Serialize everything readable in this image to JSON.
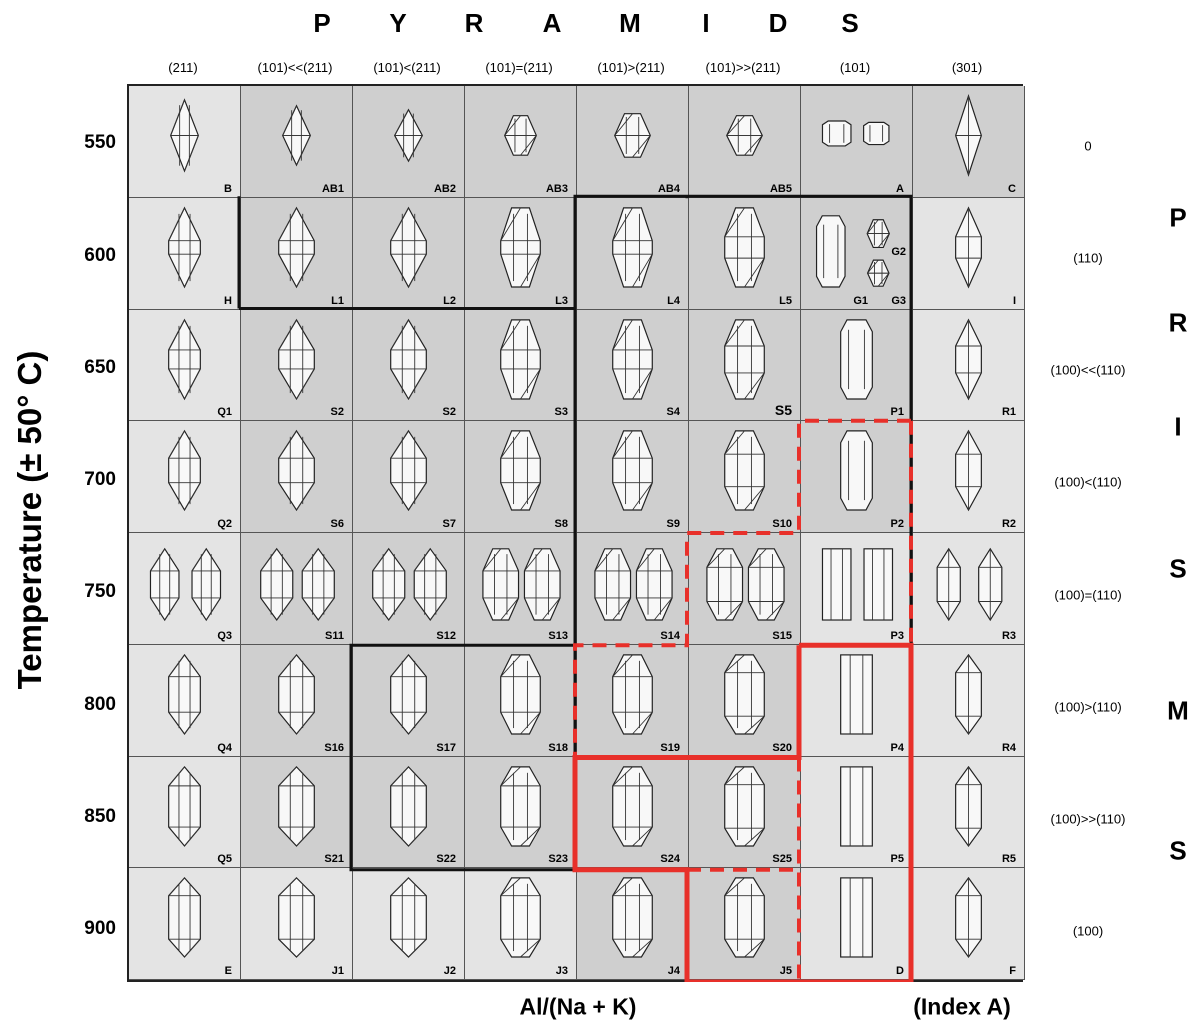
{
  "top_title_letters": [
    "P",
    "Y",
    "R",
    "A",
    "M",
    "I",
    "D",
    "S"
  ],
  "side_title_letters": [
    "P",
    "R",
    "I",
    "S",
    "M",
    "S"
  ],
  "column_headers": [
    "(211)",
    "(101)<<(211)",
    "(101)<(211)",
    "(101)=(211)",
    "(101)>(211)",
    "(101)>>(211)",
    "(101)",
    "(301)"
  ],
  "row_temperatures": [
    "550",
    "600",
    "650",
    "700",
    "750",
    "800",
    "850",
    "900"
  ],
  "row_headers": [
    "0",
    "(110)",
    "(100)<<(110)",
    "(100)<(110)",
    "(100)=(110)",
    "(100)>(110)",
    "(100)>>(110)",
    "(100)"
  ],
  "y_axis_title": "Temperature (± 50° C)",
  "x_axis_title": "Al/(Na + K)",
  "index_label": "(Index A)",
  "colors": {
    "outline_black": "#111111",
    "outline_red": "#e8302a",
    "cell_light": "#e4e4e4",
    "cell_dark": "#cfcfcf"
  },
  "cells": [
    [
      "B",
      "AB1",
      "AB2",
      "AB3",
      "AB4",
      "AB5",
      "A",
      "C"
    ],
    [
      "H",
      "L1",
      "L2",
      "L3",
      "L4",
      "L5",
      "G1",
      "I"
    ],
    [
      "Q1",
      "S2",
      "S2",
      "S3",
      "S4",
      "S5",
      "P1",
      "R1"
    ],
    [
      "Q2",
      "S6",
      "S7",
      "S8",
      "S9",
      "S10",
      "P2",
      "R2"
    ],
    [
      "Q3",
      "S11",
      "S12",
      "S13",
      "S14",
      "S15",
      "P3",
      "R3"
    ],
    [
      "Q4",
      "S16",
      "S17",
      "S18",
      "S19",
      "S20",
      "P4",
      "R4"
    ],
    [
      "Q5",
      "S21",
      "S22",
      "S23",
      "S24",
      "S25",
      "P5",
      "R5"
    ],
    [
      "E",
      "J1",
      "J2",
      "J3",
      "J4",
      "J5",
      "D",
      "F"
    ]
  ],
  "extra_cell_labels": {
    "g2": "G2",
    "g3": "G3"
  }
}
